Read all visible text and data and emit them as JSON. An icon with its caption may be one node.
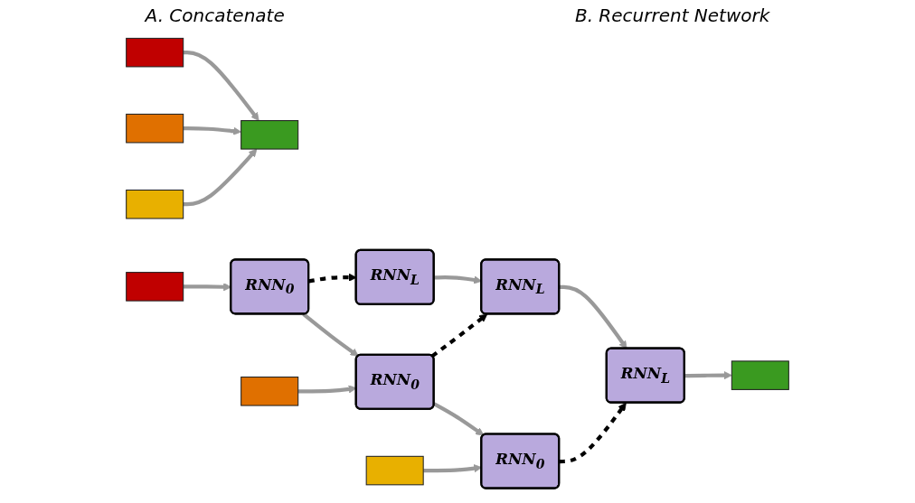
{
  "diagram": {
    "nodes": [
      {
        "text": [],
        "shape": "bar"
      },
      {
        "text": [],
        "shape": "bar"
      },
      {
        "text": [],
        "shape": "bar"
      },
      {
        "text": [],
        "shape": "bar"
      },
      {
        "text": [],
        "shape": "bar"
      },
      {
        "text": [
          "RNN$_{0}$"
        ]
      },
      {
        "text": [
          "RNN$_{L}$"
        ]
      },
      {
        "text": [],
        "shape": "bar"
      },
      {
        "text": [
          "RNN$_{0}$"
        ]
      },
      {
        "text": [
          "RNN$_{L}$"
        ]
      },
      {
        "text": [],
        "shape": "bar"
      },
      {
        "text": [
          "RNN$_{0}$"
        ]
      },
      {
        "text": [
          "RNN$_{L}$"
        ]
      },
      {
        "text": [],
        "shape": "bar"
      }
    ],
    "edges": [
      {
        "from": 0,
        "to": 3,
        "arrow": "to"
      },
      {
        "from": 1,
        "to": 3,
        "arrow": "to"
      },
      {
        "from": 2,
        "to": 3,
        "arrow": "to"
      },
      {
        "from": 4,
        "to": 5,
        "arrow": "to"
      },
      {
        "from": 5,
        "to": 6,
        "arrow": "to",
        "style": "dashed",
        "color": "#000000"
      },
      {
        "from": 5,
        "to": 8,
        "arrow": "to"
      },
      {
        "from": 6,
        "to": 9,
        "arrow": "to"
      },
      {
        "from": 7,
        "to": 8,
        "arrow": "to"
      },
      {
        "from": 8,
        "to": 9,
        "arrow": "to",
        "style": "dashed",
        "color": "#000000"
      },
      {
        "from": 8,
        "to": 11,
        "arrow": "to"
      },
      {
        "from": 9,
        "to": 12,
        "arrow": "to"
      },
      {
        "from": 10,
        "to": 11,
        "arrow": "to"
      },
      {
        "from": 11,
        "to": 12,
        "arrow": "to",
        "style": "dashed",
        "color": "#000000"
      },
      {
        "from": 12,
        "to": 13,
        "arrow": "to"
      }
    ],
    "labels": [
      "A. Concatenate",
      "B. Recurrent Network"
    ]
  }
}
